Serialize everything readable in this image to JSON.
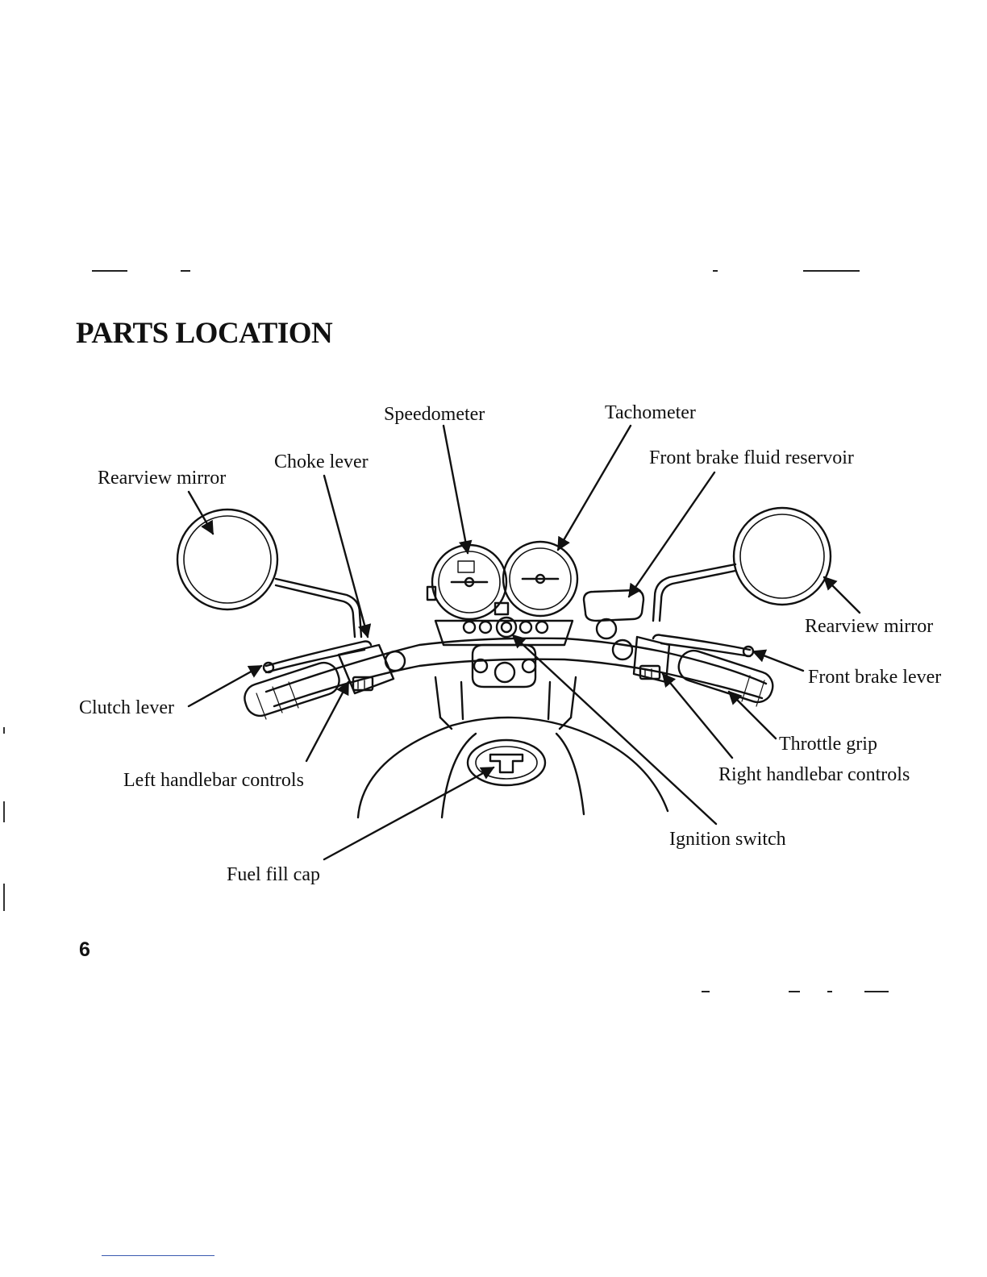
{
  "page": {
    "title": "PARTS LOCATION",
    "page_number": "6"
  },
  "labels": {
    "speedometer": "Speedometer",
    "tachometer": "Tachometer",
    "choke_lever": "Choke lever",
    "front_brake_fluid_reservoir": "Front brake fluid reservoir",
    "rearview_mirror_left": "Rearview mirror",
    "rearview_mirror_right": "Rearview mirror",
    "front_brake_lever": "Front brake lever",
    "clutch_lever": "Clutch lever",
    "throttle_grip": "Throttle grip",
    "right_handlebar_controls": "Right handlebar controls",
    "left_handlebar_controls": "Left handlebar controls",
    "ignition_switch": "Ignition switch",
    "fuel_fill_cap": "Fuel fill cap"
  }
}
